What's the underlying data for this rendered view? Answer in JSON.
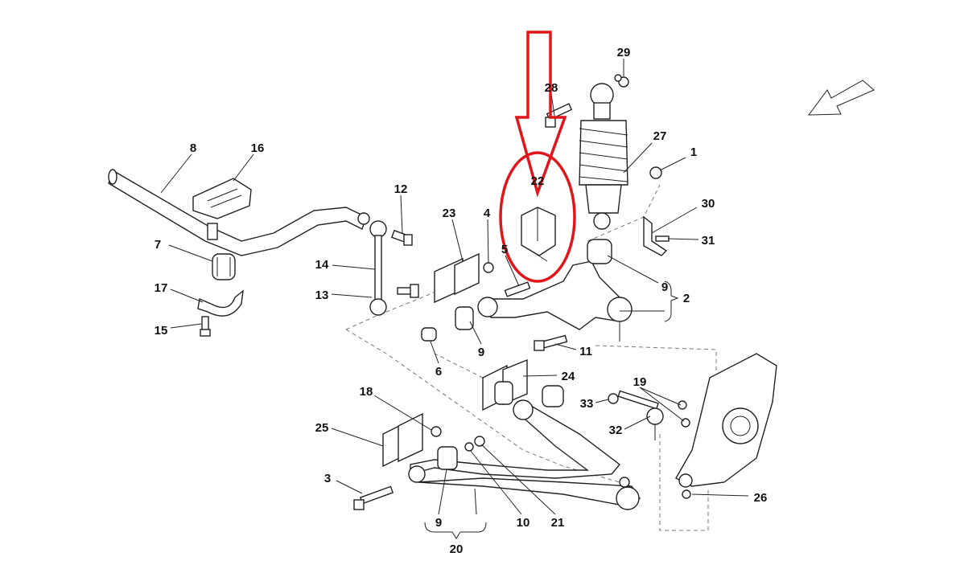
{
  "callouts": [
    "29",
    "28",
    "27",
    "1",
    "22",
    "30",
    "31",
    "8",
    "16",
    "12",
    "23",
    "4",
    "5",
    "7",
    "14",
    "9",
    "2",
    "17",
    "13",
    "15",
    "9",
    "11",
    "6",
    "24",
    "19",
    "33",
    "18",
    "32",
    "25",
    "3",
    "26",
    "9",
    "10",
    "21",
    "20"
  ],
  "highlight": {
    "part": "22",
    "color": "#e0161b"
  },
  "colors": {
    "line": "#222222",
    "highlight": "#e0161b"
  }
}
